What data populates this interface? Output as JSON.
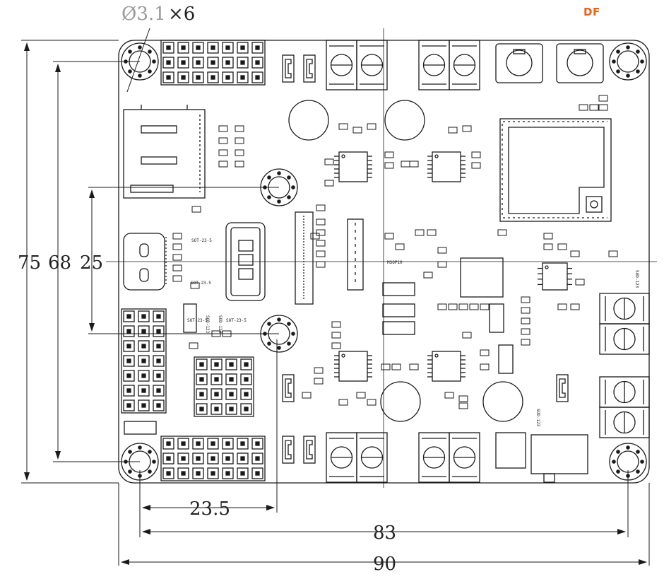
{
  "brand": {
    "label": "DF",
    "color": "#e8611a"
  },
  "hole_callout": {
    "diameter": "Ø3.1",
    "count": "×6"
  },
  "dimensions": {
    "width_total": "90",
    "hole_spacing_x": "83",
    "mount_offset_x": "23.5",
    "height_total": "75",
    "hole_spacing_y": "68",
    "mount_offset_y": "25"
  },
  "components": {
    "ic_labels": [
      "SOT-23-5",
      "SOT-23-5",
      "SOT-23-5",
      "SOD-123",
      "SOD-123",
      "SOT-23-5",
      "SOD-123",
      "SOD-123",
      "MSOP10"
    ]
  },
  "colors": {
    "line": "#1a1a1a",
    "background": "#ffffff"
  }
}
